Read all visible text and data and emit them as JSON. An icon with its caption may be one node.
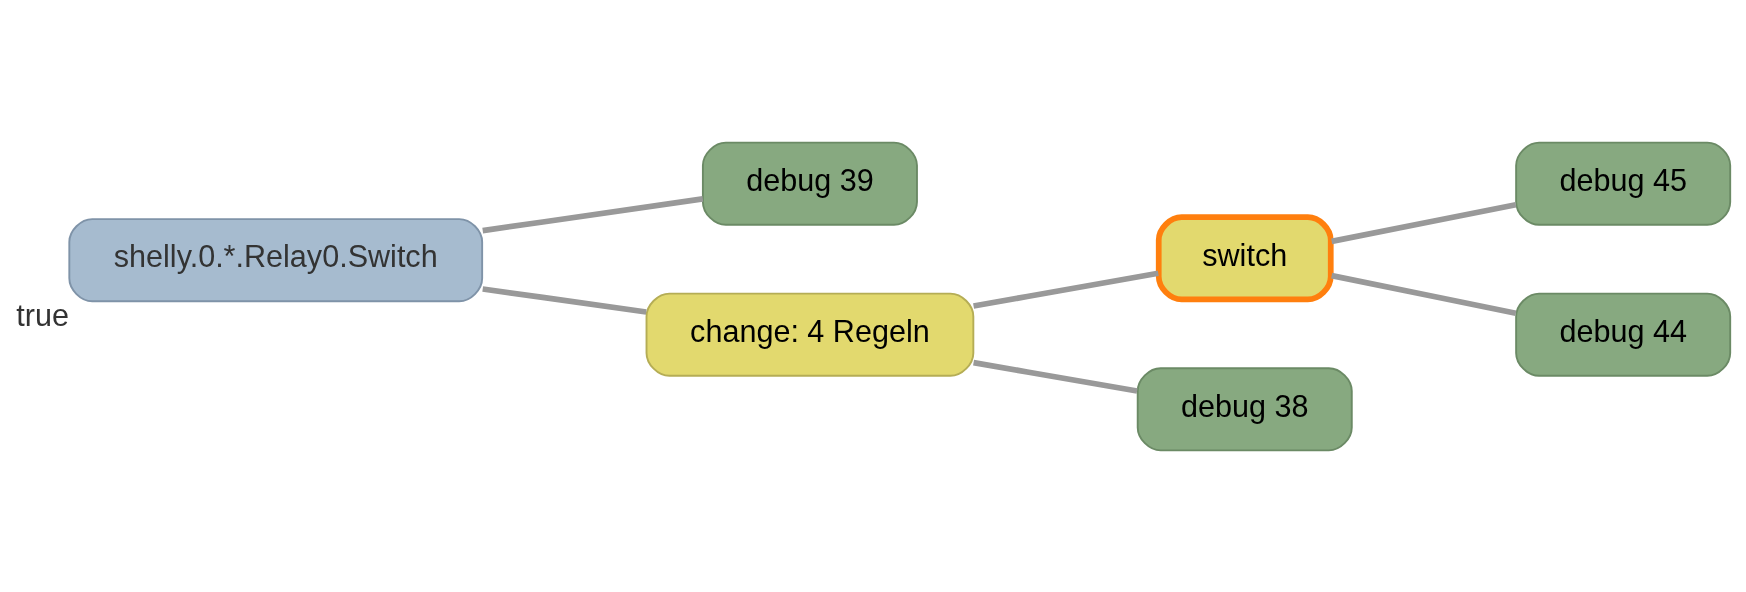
{
  "diagram": {
    "nodes": [
      {
        "text": [
          "shelly.0.*.Relay0.Switch"
        ],
        "beside": [
          "true"
        ]
      },
      {
        "text": [
          "debug 39"
        ]
      },
      {
        "text": [
          "change: 4 Regeln"
        ]
      },
      {
        "text": [
          "switch"
        ]
      },
      {
        "text": [
          "debug 45"
        ]
      },
      {
        "text": [
          "debug 44"
        ]
      },
      {
        "text": [
          "debug 38"
        ]
      }
    ],
    "edges": [
      {
        "from": 0,
        "to": 1,
        "arrow": "none"
      },
      {
        "from": 0,
        "to": 2,
        "arrow": "none"
      },
      {
        "from": 2,
        "to": 3,
        "arrow": "none"
      },
      {
        "from": 2,
        "to": 6,
        "arrow": "none"
      },
      {
        "from": 3,
        "to": 4,
        "arrow": "none"
      },
      {
        "from": 3,
        "to": 5,
        "arrow": "none"
      }
    ]
  }
}
